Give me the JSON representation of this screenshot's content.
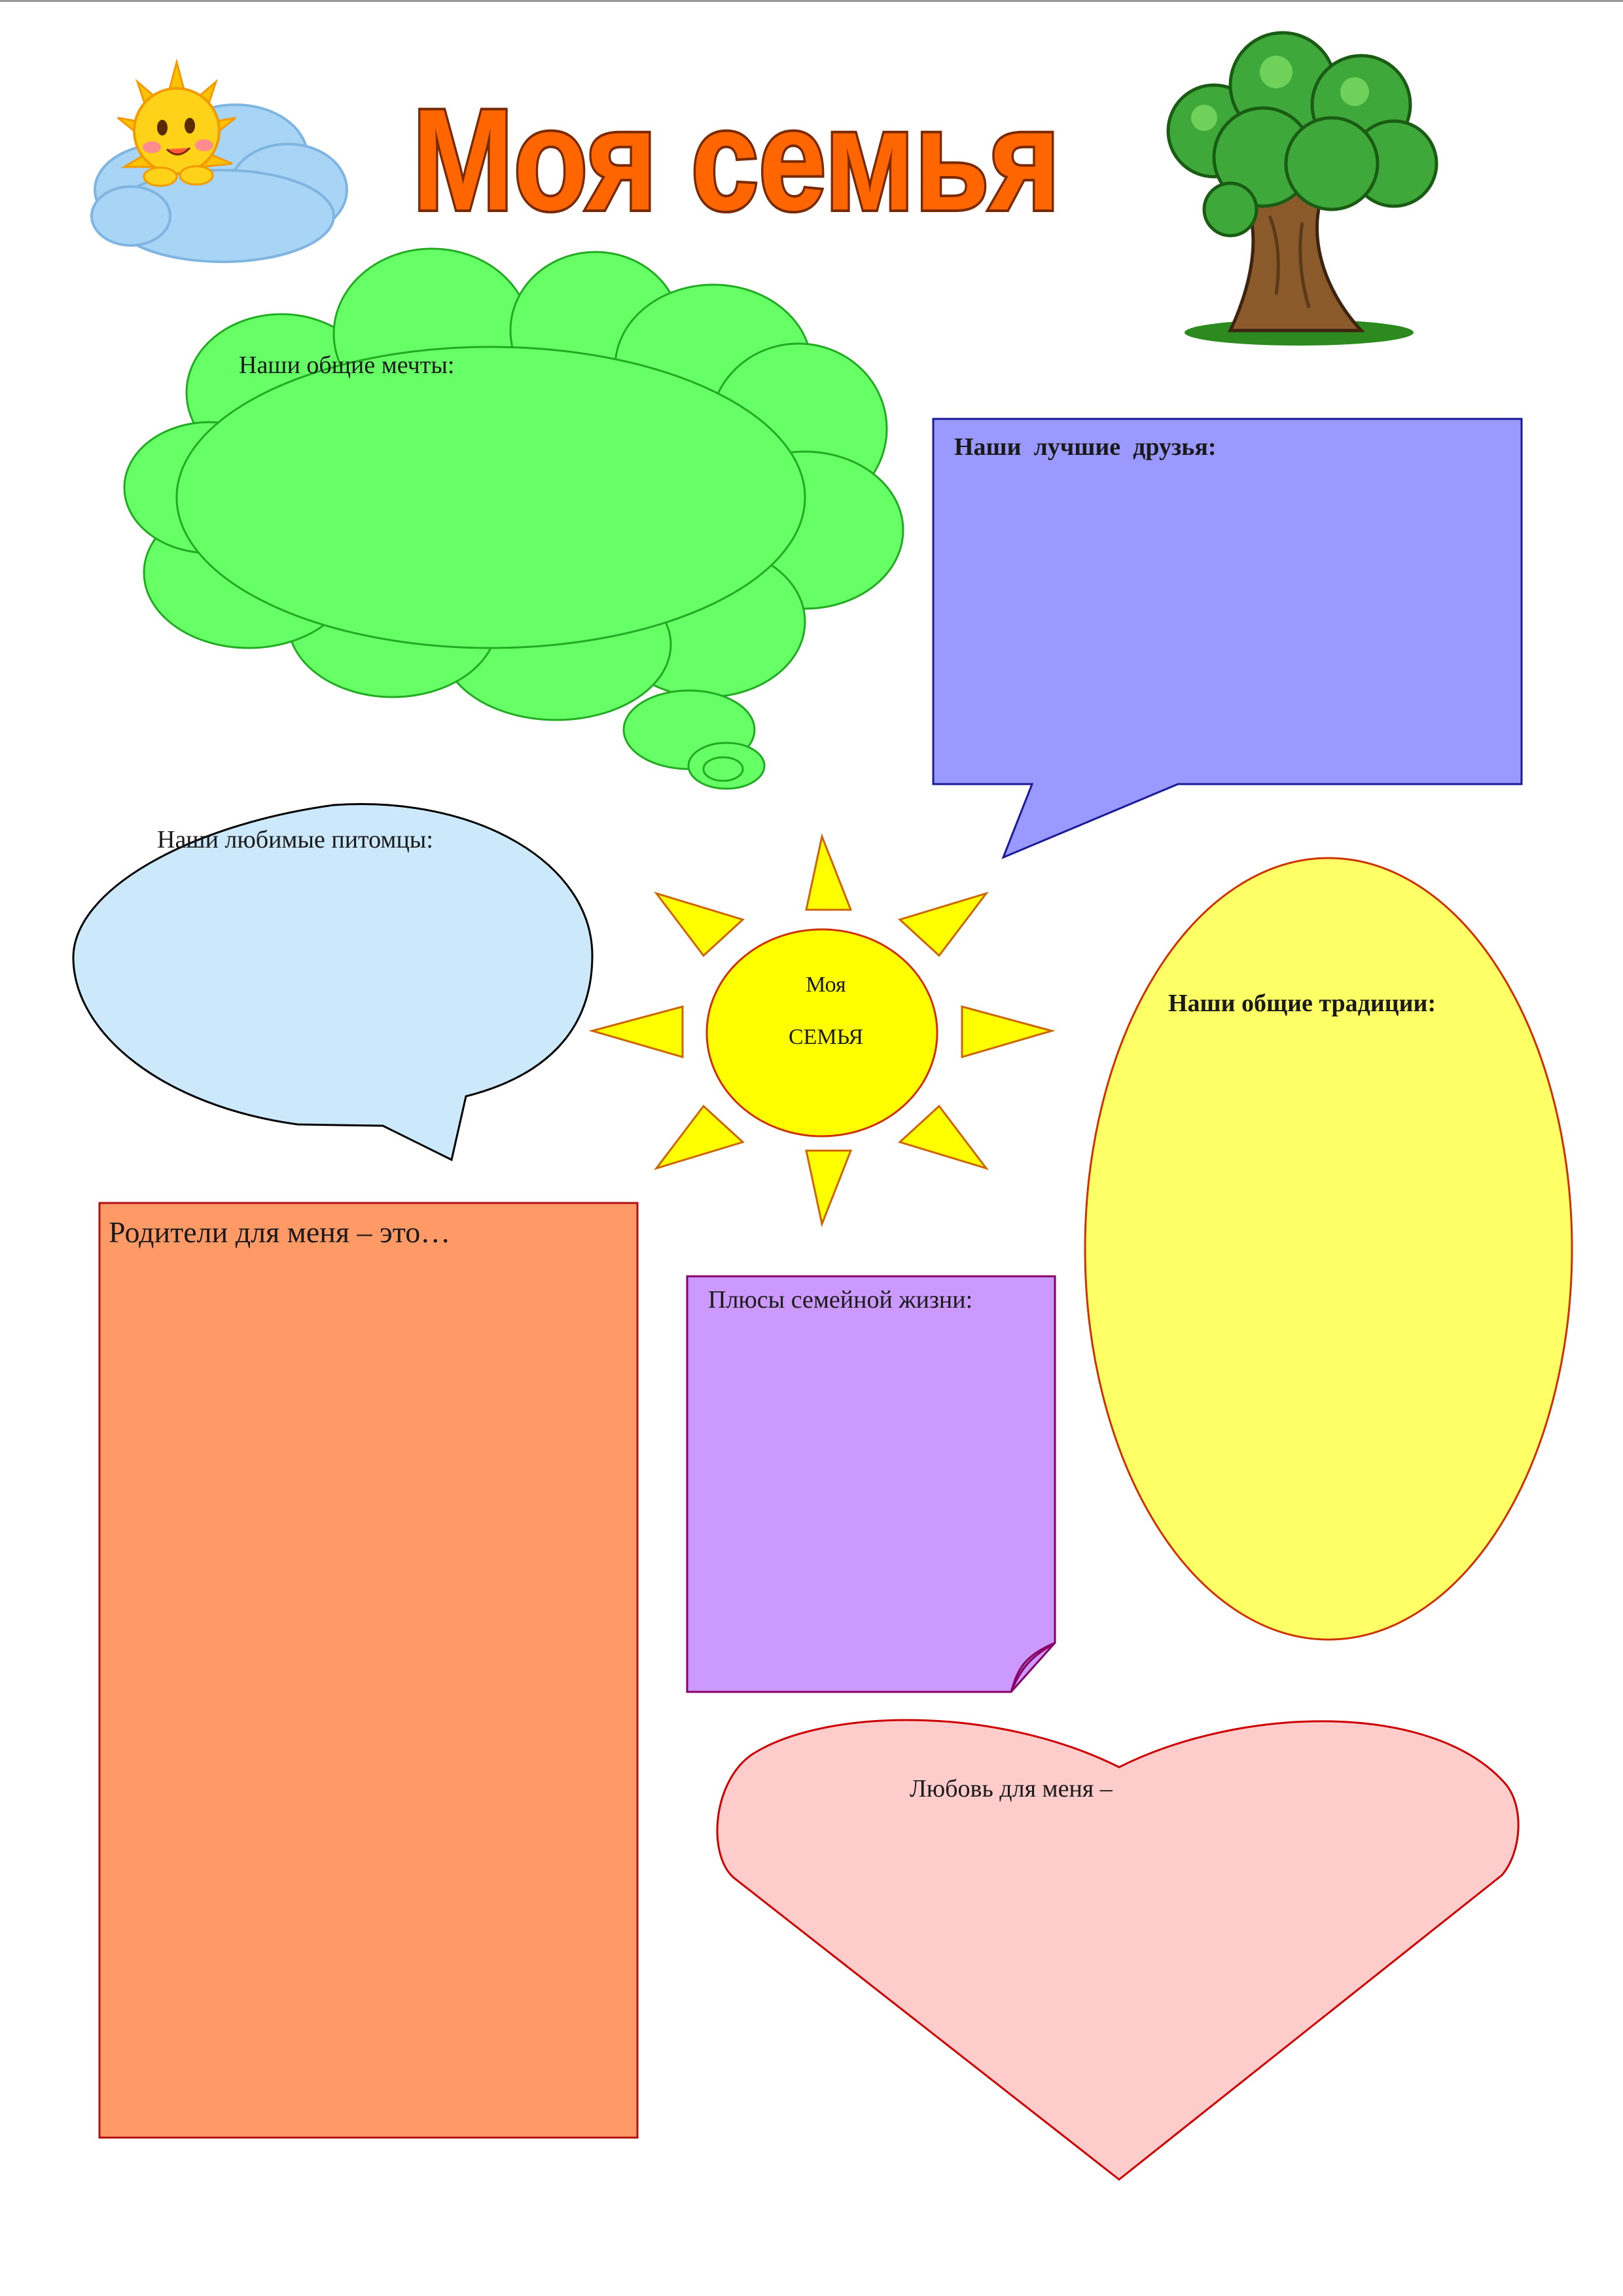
{
  "title": "Моя семья",
  "sun_label_line1": "Моя",
  "sun_label_line2": "СЕМЬЯ",
  "cloud_label": "Наши общие мечты:",
  "friends_label": "Наши  лучшие  друзья:",
  "pets_label": "Наши любимые питомцы:",
  "traditions_label": "Наши общие традиции:",
  "parents_label": "Родители для меня – это…",
  "family_pluses_label": "Плюсы семейной жизни:",
  "love_label": "Любовь для меня –",
  "colors": {
    "title_fill": "#ff6600",
    "cloud_fill": "#66ff66",
    "friends_fill": "#9999ff",
    "pets_fill": "#cce8fb",
    "sun_fill": "#ffff00",
    "traditions_fill": "#ffff66",
    "parents_fill": "#ff9966",
    "pluses_fill": "#cc99ff",
    "heart_fill": "#ffcccc"
  },
  "icons": [
    "sun-on-cloud-icon",
    "tree-icon"
  ]
}
